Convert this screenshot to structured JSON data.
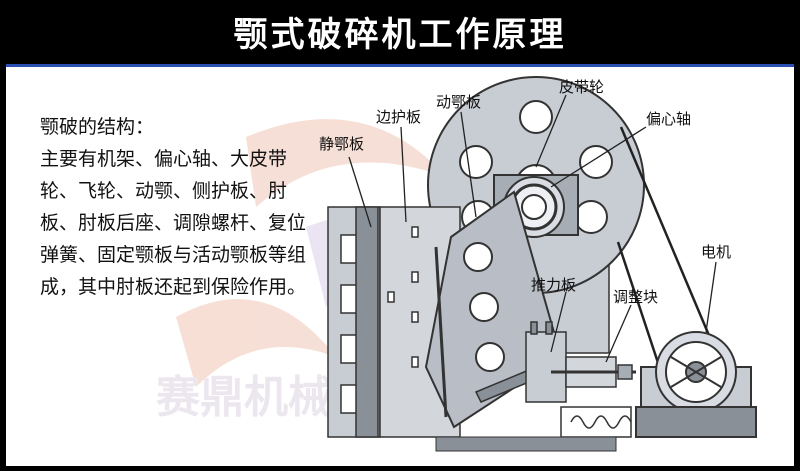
{
  "title": "颚式破碎机工作原理",
  "description": {
    "heading": "颚破的结构：",
    "body": "主要有机架、偏心轴、大皮带轮、飞轮、动颚、侧护板、肘板、肘板后座、调隙螺杆、复位弹簧、固定颚板与活动颚板等组成，其中肘板还起到保险作用。"
  },
  "watermark": "赛鼎机械",
  "labels": {
    "static_jaw": "静鄂板",
    "side_guard": "边护板",
    "moving_jaw": "动鄂板",
    "pulley": "皮带轮",
    "eccentric_shaft": "偏心轴",
    "motor": "电机",
    "thrust_plate": "推力板",
    "adjust_block": "调整块"
  },
  "colors": {
    "title_bg": "#000000",
    "panel_border": "#2a4fb3",
    "machine_fill": "#c8ccd3",
    "machine_dark": "#8a9098",
    "watermark": "#f3d7cc"
  }
}
